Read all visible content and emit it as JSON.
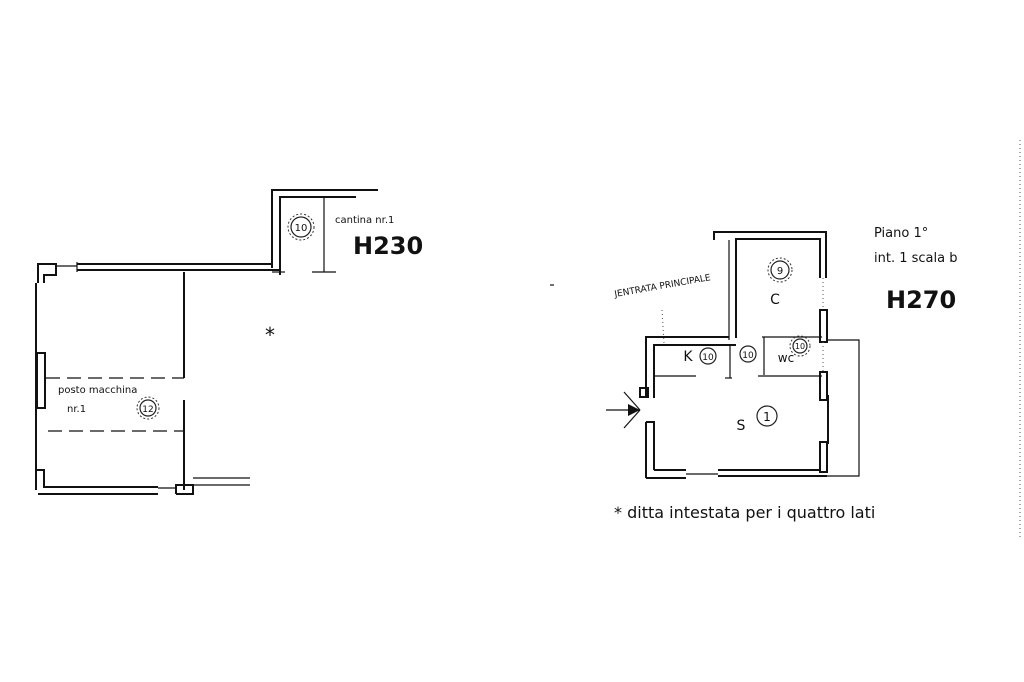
{
  "left_plan": {
    "cantina": {
      "label": "cantina nr.1",
      "marker": "10",
      "height": "H230"
    },
    "posto_macchina": {
      "label": "posto macchina",
      "number_label": "nr.1",
      "marker": "12"
    },
    "asterisk": "*"
  },
  "right_plan": {
    "header": {
      "floor": "Piano 1°",
      "unit": "int. 1  scala b",
      "height": "H270"
    },
    "entrance_label": "JENTRATA PRINCIPALE",
    "rooms": [
      {
        "letter": "C",
        "marker": "9"
      },
      {
        "letter": "K",
        "marker": "10"
      },
      {
        "letter": "",
        "marker": "10"
      },
      {
        "letter": "wc",
        "marker": "10"
      },
      {
        "letter": "S",
        "marker": "1"
      }
    ],
    "footnote": "* ditta intestata per i quattro lati"
  },
  "colors": {
    "ink": "#111111",
    "paper": "#ffffff"
  }
}
